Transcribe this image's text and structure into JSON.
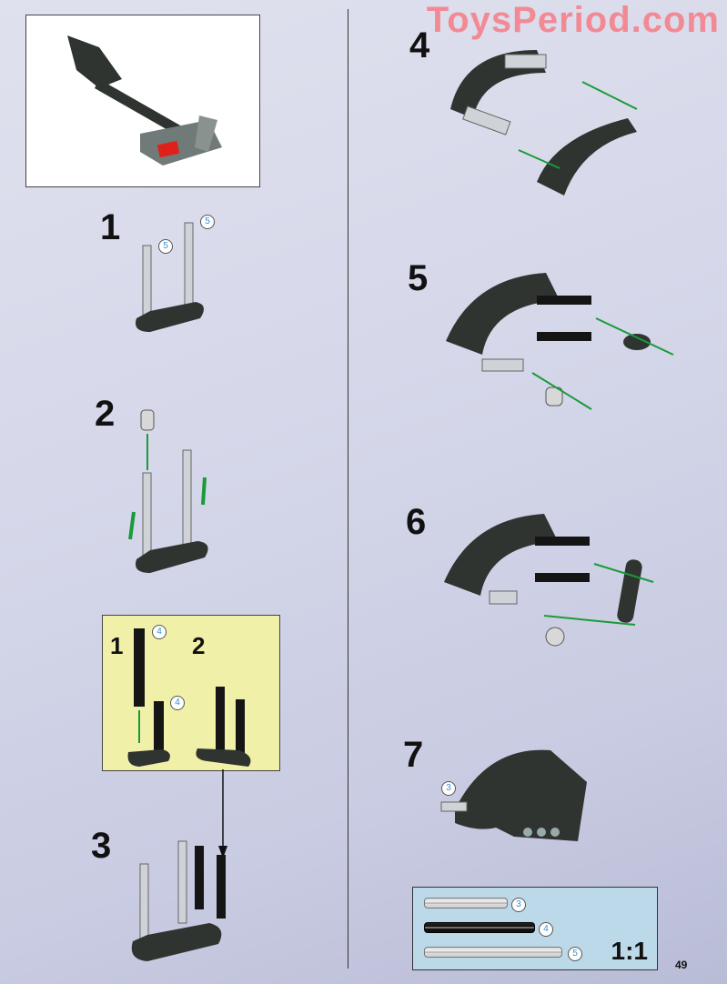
{
  "watermark": "ToysPeriod.com",
  "steps": [
    {
      "number": "1",
      "callouts": [
        "5",
        "5"
      ]
    },
    {
      "number": "2"
    },
    {
      "number": "3"
    },
    {
      "number": "4"
    },
    {
      "number": "5"
    },
    {
      "number": "6"
    },
    {
      "number": "7",
      "callouts": [
        "3"
      ]
    }
  ],
  "substeps": {
    "labels": [
      "1",
      "2"
    ],
    "callouts": [
      "4",
      "4"
    ]
  },
  "parts_list": {
    "items": [
      {
        "qty_label": "3",
        "color": "grey"
      },
      {
        "qty_label": "4",
        "color": "black"
      },
      {
        "qty_label": "5",
        "color": "grey"
      }
    ],
    "scale": "1:1"
  },
  "page_number": "49",
  "colors": {
    "watermark": "#f28a95",
    "arrow": "#1a9a3a",
    "subbox": "#f0f0a8",
    "partsbox": "#bcd9ea",
    "part_dark": "#2f3430"
  }
}
